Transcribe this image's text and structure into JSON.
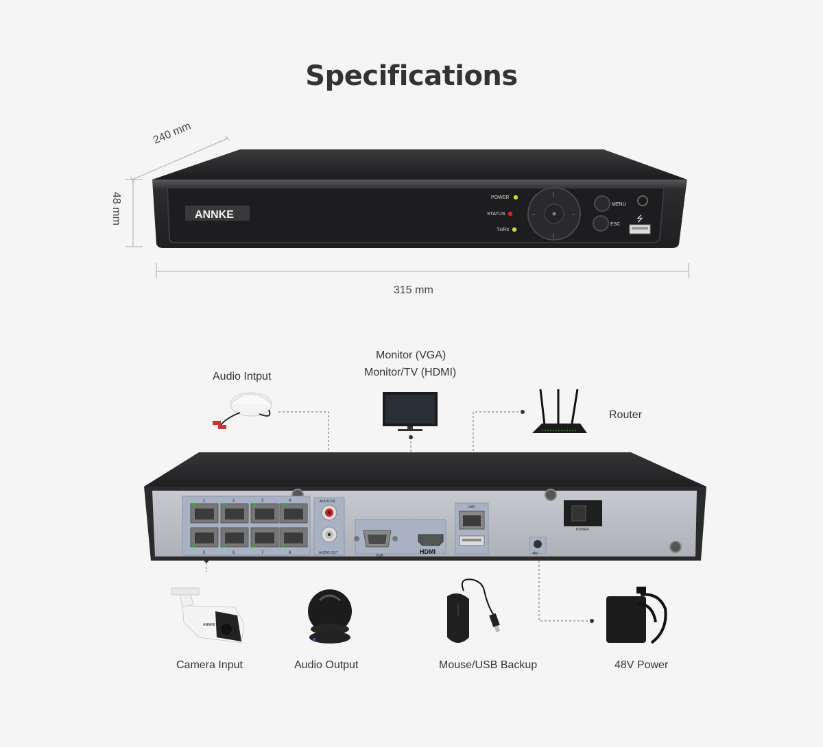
{
  "title": "Specifications",
  "dimensions": {
    "depth": "240 mm",
    "height": "48 mm",
    "width": "315 mm"
  },
  "front_panel": {
    "brand": "ANNKE",
    "leds": [
      "POWER",
      "STATUS",
      "Tx/Rx"
    ],
    "buttons": [
      "MENU",
      "ESC"
    ]
  },
  "rear_panel": {
    "port_labels": [
      "AUDIO IN",
      "AUDIO OUT",
      "VGA",
      "HDMI",
      "LAN",
      "48V",
      "POWER"
    ],
    "poe_numbers": [
      "1",
      "2",
      "3",
      "4",
      "5",
      "6",
      "7",
      "8"
    ]
  },
  "connections": {
    "audio_input": "Audio Intput",
    "monitor_vga": "Monitor (VGA)",
    "monitor_hdmi": "Monitor/TV (HDMI)",
    "router": "Router",
    "camera_input": "Camera Input",
    "audio_output": "Audio Output",
    "mouse_usb": "Mouse/USB Backup",
    "power": "48V Power"
  },
  "colors": {
    "background": "#f5f5f5",
    "device_body": "#2b2b2d",
    "rear_plate": "#bcc0c6",
    "led_yellow": "#d8d82a",
    "led_red": "#e02020"
  }
}
